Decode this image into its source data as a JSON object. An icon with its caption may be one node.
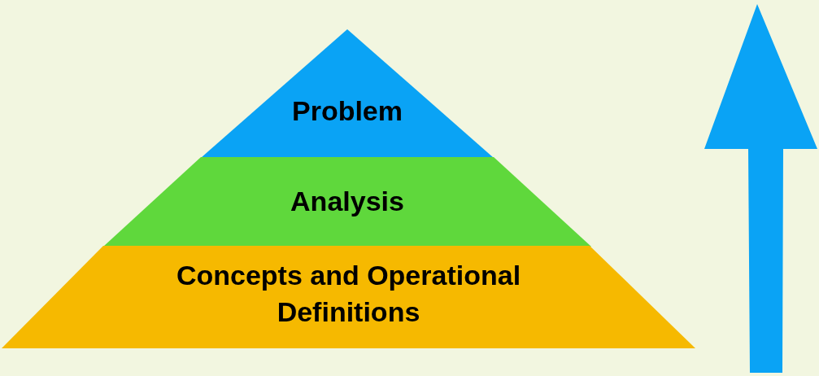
{
  "diagram": {
    "nodes": [
      {
        "text": [
          "Problem"
        ]
      },
      {
        "text": [
          "Analysis"
        ]
      },
      {
        "text": [
          "Concepts and Operational Definitions"
        ]
      }
    ]
  }
}
